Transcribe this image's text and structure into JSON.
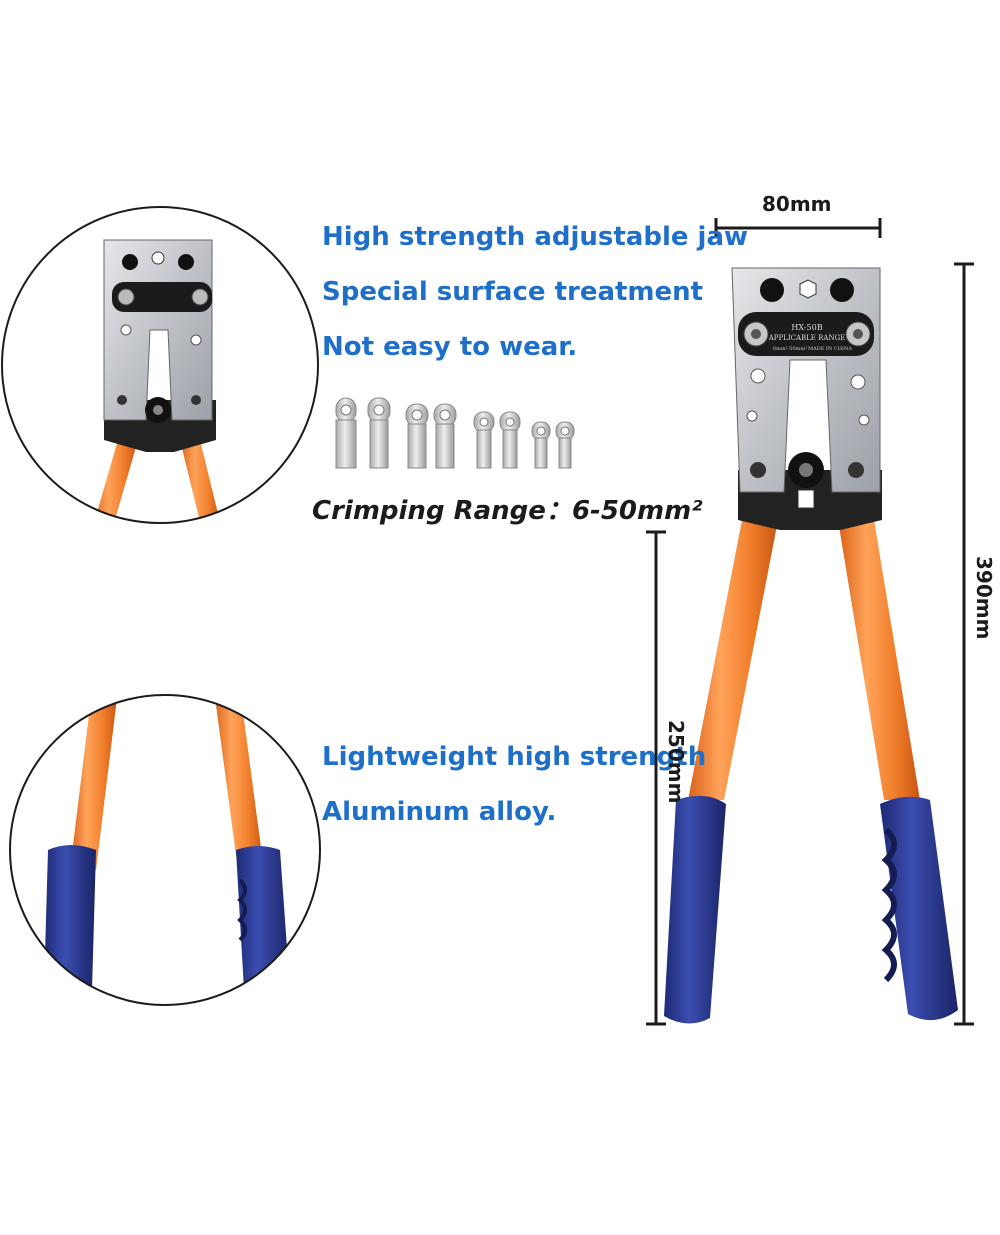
{
  "features": [
    "High strength adjustable jaw",
    "Special surface treatment",
    "Not easy to wear.",
    "Lightweight high strength",
    "Aluminum alloy."
  ],
  "crimping": {
    "label": "Crimping Range：",
    "value": "6-50mm²"
  },
  "dimensions": {
    "width": "80mm",
    "total_length": "390mm",
    "handle_length": "250mm"
  },
  "tool_plate": {
    "model": "HX-50B",
    "range_title": "APPLICABLE RANGE",
    "range_text": "6mm²-50mm²",
    "origin": "MADE IN CHINA"
  },
  "colors": {
    "text_blue": "#1e6fc9",
    "handle_orange": "#f07d2a",
    "grip_blue": "#2b3a91",
    "steel": "#c9cbcf"
  }
}
